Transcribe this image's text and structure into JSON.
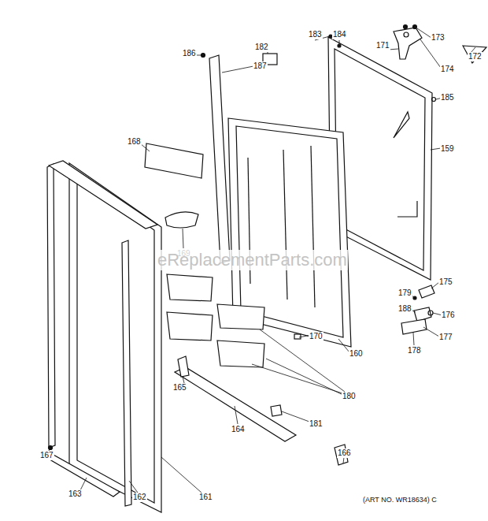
{
  "diagram": {
    "labels": [
      "172",
      "173",
      "171",
      "174",
      "183",
      "184",
      "182",
      "186",
      "187",
      "185",
      "159",
      "168",
      "169",
      "eReplacementParts.com",
      "175",
      "179",
      "188",
      "176",
      "177",
      "178",
      "170",
      "160",
      "180",
      "165",
      "181",
      "164",
      "167",
      "166",
      "163",
      "162",
      "161",
      "(ART NO. WR18634) C"
    ]
  }
}
